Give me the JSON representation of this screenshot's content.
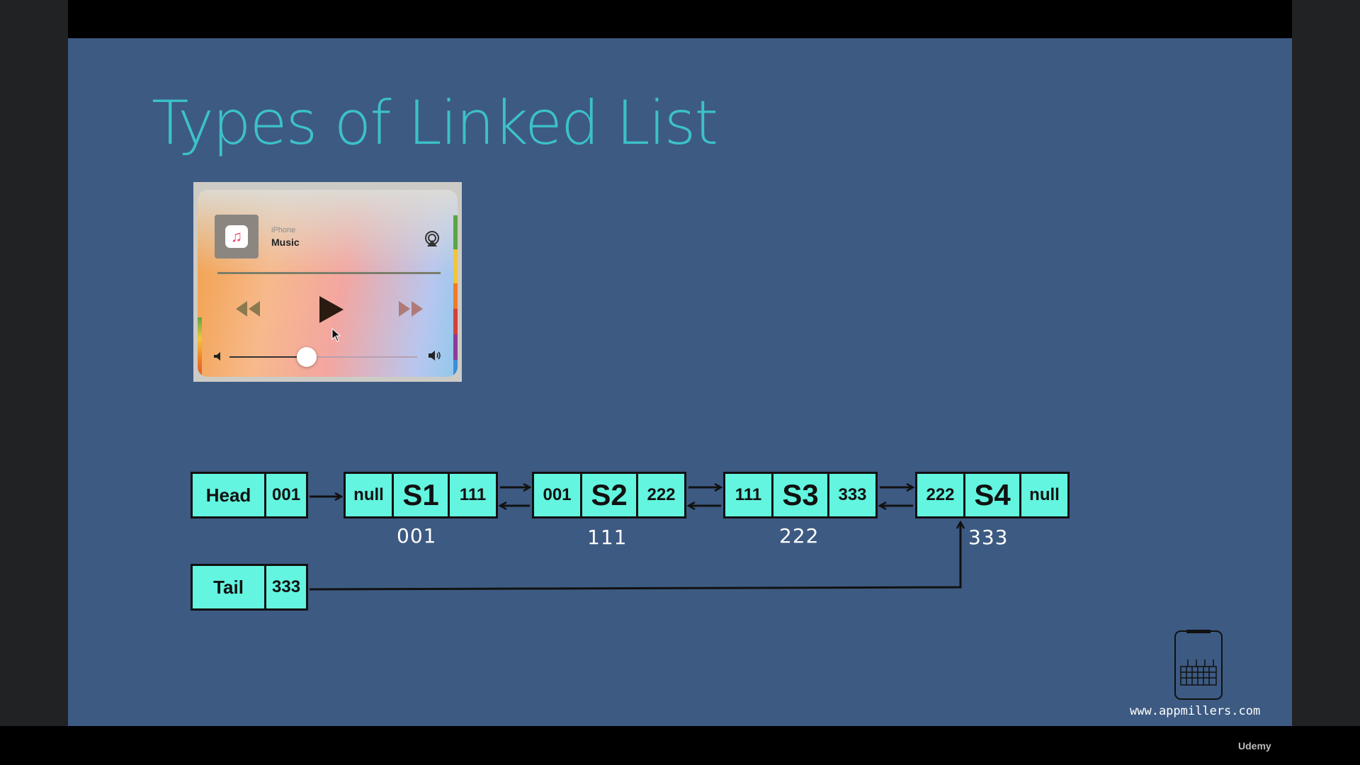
{
  "slide": {
    "title": "Types of Linked List"
  },
  "music_widget": {
    "device": "iPhone",
    "app": "Music",
    "volume_level": 0.4
  },
  "linked_list": {
    "head": {
      "label": "Head",
      "value": "001"
    },
    "tail": {
      "label": "Tail",
      "value": "333"
    },
    "nodes": [
      {
        "prev": "null",
        "data": "S1",
        "next": "111",
        "address": "001"
      },
      {
        "prev": "001",
        "data": "S2",
        "next": "222",
        "address": "111"
      },
      {
        "prev": "111",
        "data": "S3",
        "next": "333",
        "address": "222"
      },
      {
        "prev": "222",
        "data": "S4",
        "next": "null",
        "address": "333"
      }
    ]
  },
  "branding": {
    "website": "www.appmillers.com",
    "platform": "Udemy"
  },
  "colors": {
    "background": "#3d5a82",
    "title": "#3cc1c9",
    "node_fill": "#63f5e0"
  }
}
